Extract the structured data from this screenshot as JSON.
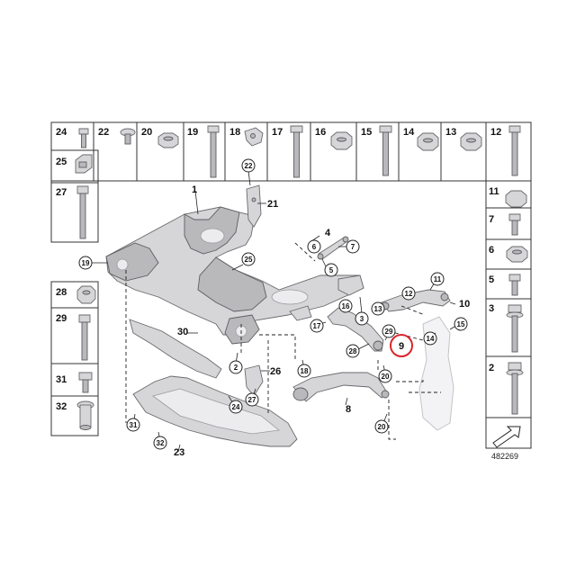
{
  "diagram": {
    "document_number": "482269",
    "highlighted_part": "9",
    "parts_table_top": [
      "24",
      "22",
      "20",
      "19",
      "18",
      "17",
      "16",
      "15",
      "14",
      "13",
      "12"
    ],
    "parts_table_left": [
      "25",
      "27",
      "28",
      "29",
      "31",
      "32"
    ],
    "parts_table_right": [
      "11",
      "7",
      "6",
      "5",
      "3",
      "2"
    ],
    "callouts": [
      {
        "id": "c1",
        "label": "1",
        "style": "plain"
      },
      {
        "id": "c22",
        "label": "22",
        "style": "circle"
      },
      {
        "id": "c21",
        "label": "21",
        "style": "plain"
      },
      {
        "id": "c19",
        "label": "19",
        "style": "circle"
      },
      {
        "id": "c25",
        "label": "25",
        "style": "circle"
      },
      {
        "id": "c4",
        "label": "4",
        "style": "plain"
      },
      {
        "id": "c6",
        "label": "6",
        "style": "circle"
      },
      {
        "id": "c7",
        "label": "7",
        "style": "circle"
      },
      {
        "id": "c5",
        "label": "5",
        "style": "circle"
      },
      {
        "id": "c11",
        "label": "11",
        "style": "circle"
      },
      {
        "id": "c12",
        "label": "12",
        "style": "circle"
      },
      {
        "id": "c13",
        "label": "13",
        "style": "circle"
      },
      {
        "id": "c10",
        "label": "10",
        "style": "plain"
      },
      {
        "id": "c16",
        "label": "16",
        "style": "circle"
      },
      {
        "id": "c3",
        "label": "3",
        "style": "circle"
      },
      {
        "id": "c15",
        "label": "15",
        "style": "circle"
      },
      {
        "id": "c17",
        "label": "17",
        "style": "circle"
      },
      {
        "id": "c29",
        "label": "29",
        "style": "circle"
      },
      {
        "id": "c14",
        "label": "14",
        "style": "circle"
      },
      {
        "id": "c28",
        "label": "28",
        "style": "circle"
      },
      {
        "id": "c9",
        "label": "9",
        "style": "highlight"
      },
      {
        "id": "c30",
        "label": "30",
        "style": "plain"
      },
      {
        "id": "c2",
        "label": "2",
        "style": "circle"
      },
      {
        "id": "c18",
        "label": "18",
        "style": "circle"
      },
      {
        "id": "c20a",
        "label": "20",
        "style": "circle"
      },
      {
        "id": "c26",
        "label": "26",
        "style": "plain"
      },
      {
        "id": "c27",
        "label": "27",
        "style": "circle"
      },
      {
        "id": "c24",
        "label": "24",
        "style": "circle"
      },
      {
        "id": "c8",
        "label": "8",
        "style": "plain"
      },
      {
        "id": "c20b",
        "label": "20",
        "style": "circle"
      },
      {
        "id": "c31",
        "label": "31",
        "style": "circle"
      },
      {
        "id": "c32",
        "label": "32",
        "style": "circle"
      },
      {
        "id": "c23",
        "label": "23",
        "style": "plain"
      }
    ],
    "colors": {
      "highlight": "#d9262c",
      "outline": "#333333",
      "metal_light": "#d6d6d8",
      "metal_dark": "#b9b9bc"
    }
  }
}
